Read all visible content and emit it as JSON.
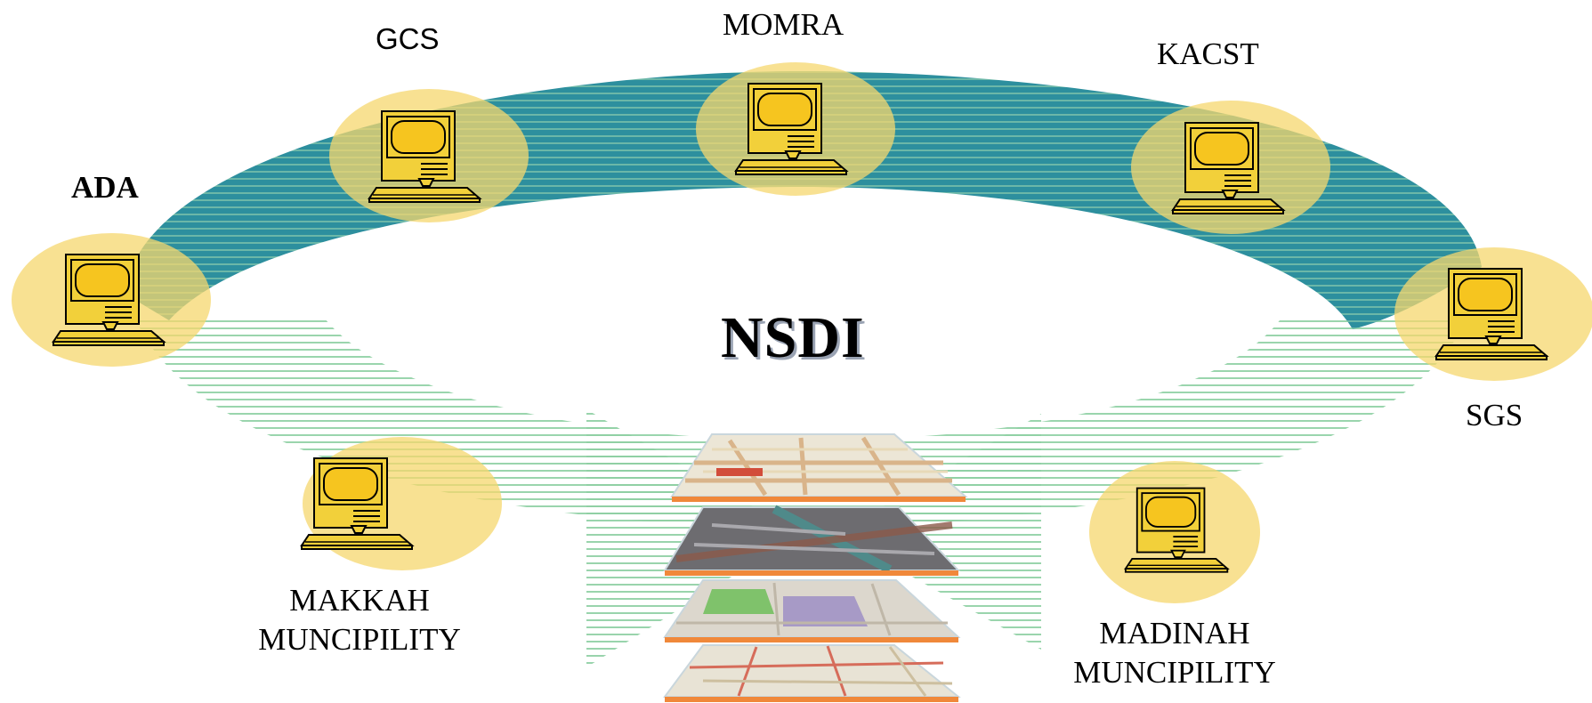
{
  "diagram": {
    "title": "NSDI",
    "nodes": [
      {
        "id": "ada",
        "label": "ADA"
      },
      {
        "id": "gcs",
        "label": "GCS"
      },
      {
        "id": "momra",
        "label": "MOMRA"
      },
      {
        "id": "kacst",
        "label": "KACST"
      },
      {
        "id": "sgs",
        "label": "SGS"
      },
      {
        "id": "makkah",
        "label_line1": "MAKKAH",
        "label_line2": "MUNCIPILITY"
      },
      {
        "id": "madinah",
        "label_line1": "MADINAH",
        "label_line2": "MUNCIPILITY"
      }
    ],
    "map_layers": [
      "street-map-layer",
      "aerial-photo-layer",
      "land-parcel-layer",
      "road-network-layer"
    ],
    "colors": {
      "ring": "#0f7a8e",
      "ring_stripe": "#aee0b8",
      "node_halo": "#f5d76e",
      "computer_body": "#f2d03a",
      "layer_edge": "#f0883a"
    }
  }
}
